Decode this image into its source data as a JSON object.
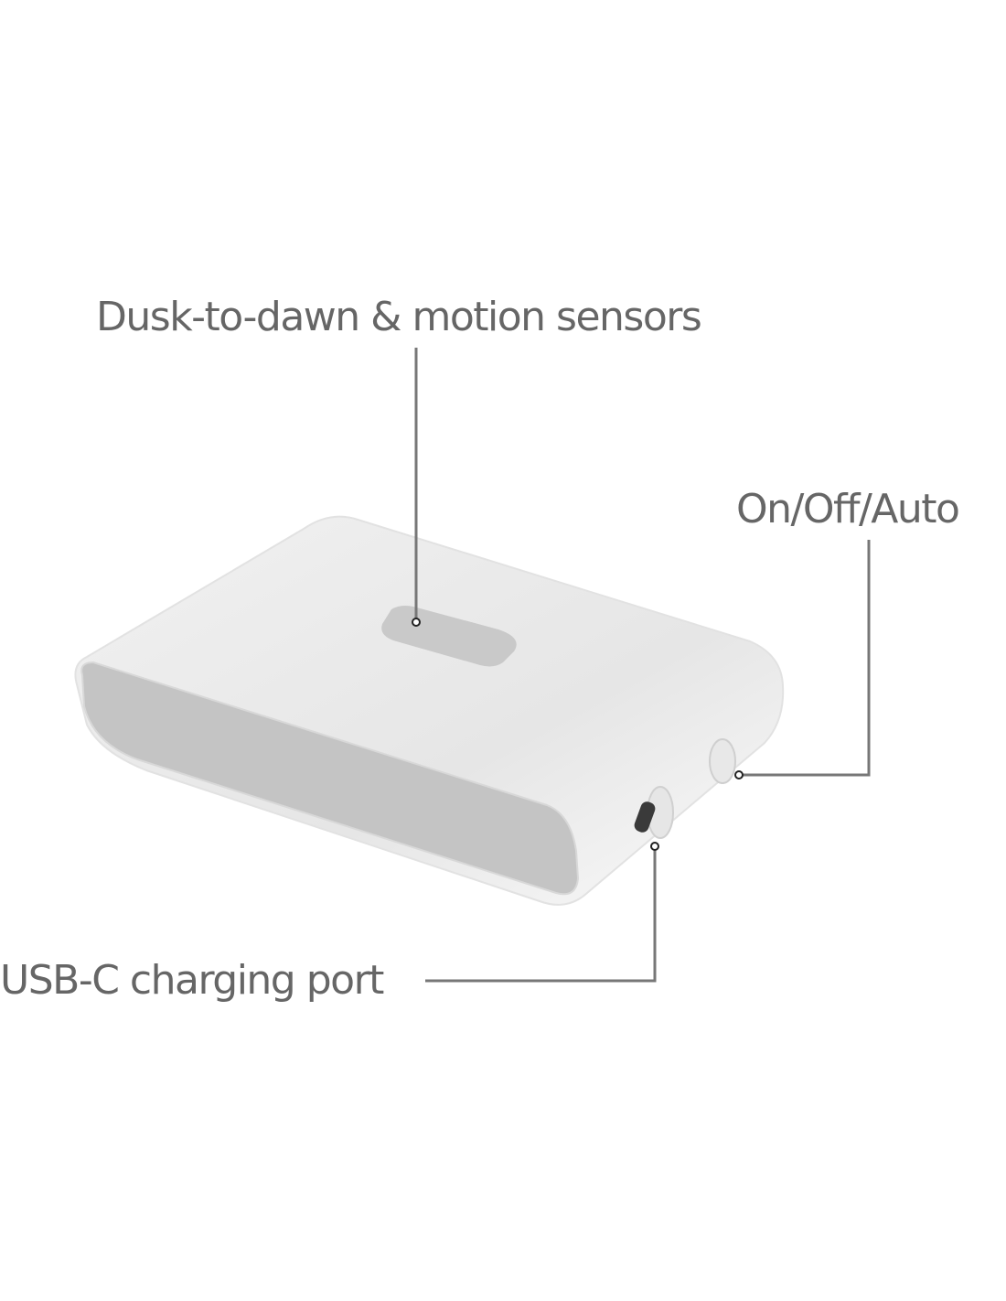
{
  "callouts": {
    "sensors": "Dusk-to-dawn & motion sensors",
    "switch": "On/Off/Auto",
    "usb": "USB-C charging port"
  },
  "colors": {
    "text": "#666666",
    "line": "#777777",
    "body": "#f0f0f0",
    "front_panel": "#c4c4c4",
    "sensor_window": "#c9c9c9"
  }
}
